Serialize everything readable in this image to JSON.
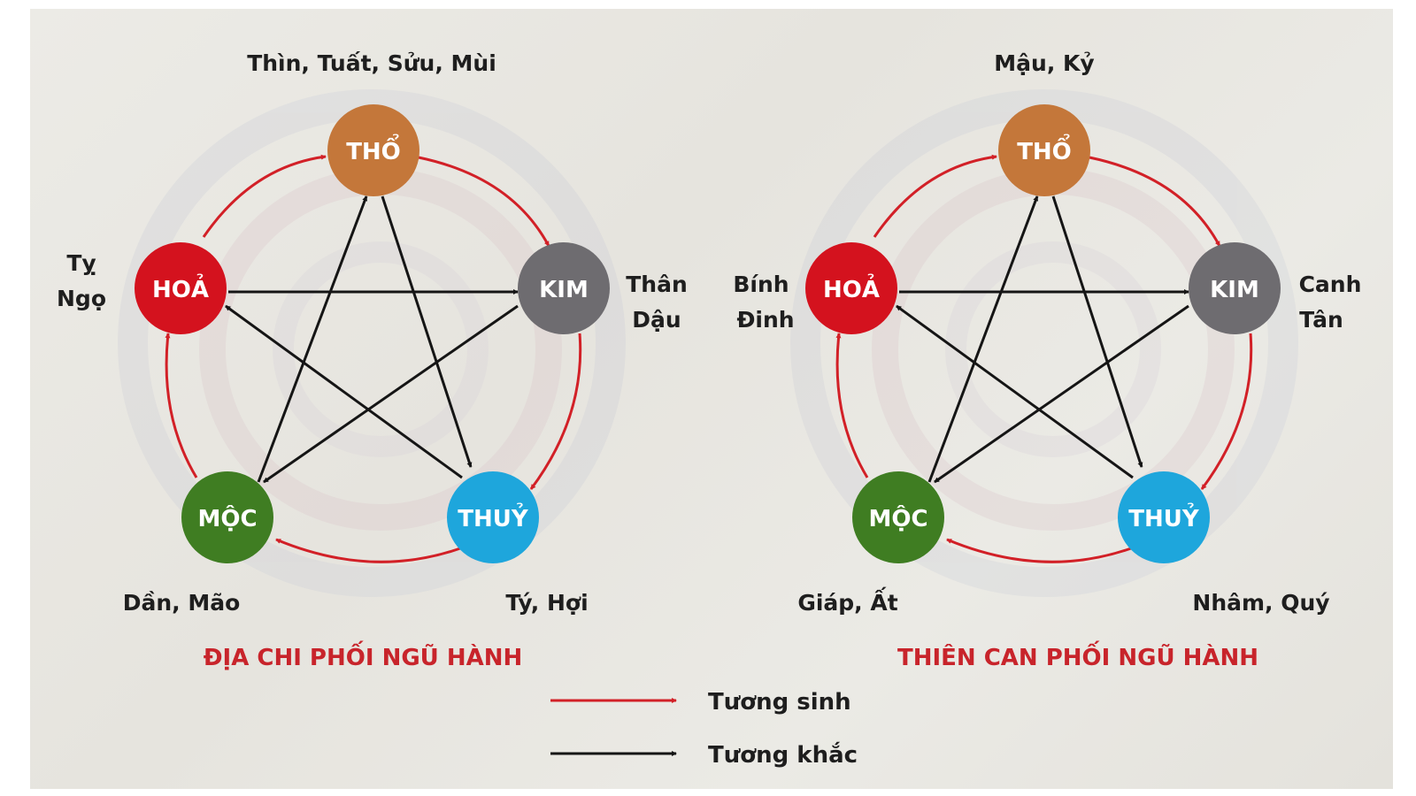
{
  "colors": {
    "tuong_sinh": "#d22027",
    "tuong_khac": "#151515",
    "title": "#c8242b",
    "tho": "#c4773a",
    "kim": "#6e6c70",
    "thuy": "#1ea6dc",
    "moc": "#3f7d22",
    "hoa": "#d4121e"
  },
  "elements": {
    "tho": "THỔ",
    "kim": "KIM",
    "thuy": "THUỶ",
    "moc": "MỘC",
    "hoa": "HOẢ"
  },
  "left_diagram": {
    "title": "ĐỊA CHI PHỐI NGŨ HÀNH",
    "tho": "Thìn, Tuất, Sửu, Mùi",
    "kim_1": "Thân",
    "kim_2": "Dậu",
    "thuy": "Tý, Hợi",
    "moc": "Dần, Mão",
    "hoa_1": "Tỵ",
    "hoa_2": "Ngọ"
  },
  "right_diagram": {
    "title": "THIÊN CAN PHỐI NGŨ HÀNH",
    "tho": "Mậu, Kỷ",
    "kim_1": "Canh",
    "kim_2": "Tân",
    "thuy": "Nhâm, Quý",
    "moc": "Giáp, Ất",
    "hoa_1": "Bính",
    "hoa_2": "Đinh"
  },
  "legend": {
    "tuong_sinh": "Tương sinh",
    "tuong_khac": "Tương khắc"
  }
}
